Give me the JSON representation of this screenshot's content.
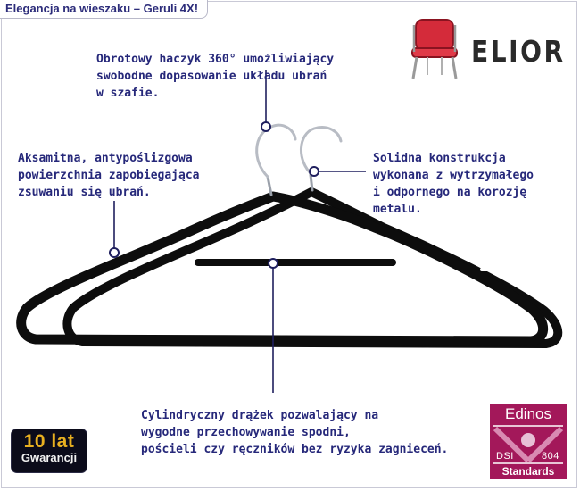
{
  "header": {
    "title": "Elegancja na wieszaku – Geruli 4X!"
  },
  "captions": {
    "hook": "Obrotowy haczyk 360° umożliwiający\nswobodne dopasowanie układu ubrań\nw szafie.",
    "velvet": "Aksamitna, antypoślizgowa\npowierzchnia zapobiegająca\nzsuwaniu się ubrań.",
    "construction": "Solidna konstrukcja\nwykonana z wytrzymałego\ni odpornego na korozję\nmetalu.",
    "bar": "Cylindryczny drążek pozwalający na\nwygodne przechowywanie spodni,\npościeli czy ręczników bez ryzyka zagnieceń."
  },
  "brand": {
    "name": "ELIOR",
    "icon": "chair-icon",
    "color": "#d42b3a"
  },
  "warranty": {
    "years": "10 lat",
    "label": "Gwarancji"
  },
  "certification": {
    "name": "Edinos",
    "left": "DSI",
    "number": "804",
    "standards": "Standards",
    "color": "#a3185a"
  },
  "colors": {
    "text": "#26287a",
    "pointer": "#1f1f5e",
    "hanger": "#0d0d0d"
  }
}
